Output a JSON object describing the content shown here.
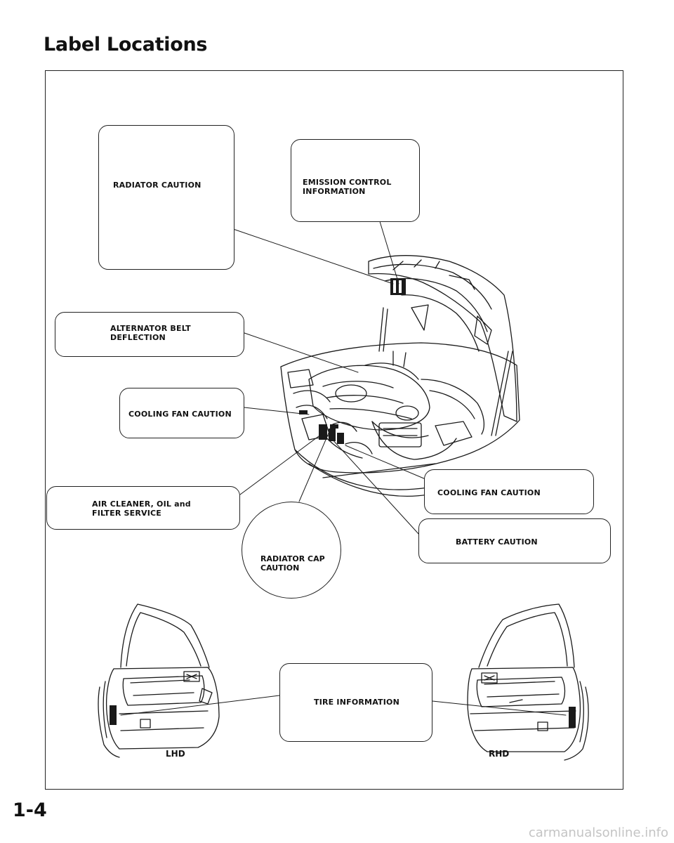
{
  "page": {
    "title": "Label Locations",
    "page_number": "1-4",
    "watermark": "carmanualsonline.info"
  },
  "labels": {
    "radiator_caution": "RADIATOR CAUTION",
    "emission_control_line1": "EMISSION CONTROL",
    "emission_control_line2": "INFORMATION",
    "alternator_belt_line1": "ALTERNATOR BELT",
    "alternator_belt_line2": "DEFLECTION",
    "cooling_fan_caution_left": "COOLING FAN CAUTION",
    "air_cleaner_line1": "AIR CLEANER, OIL and",
    "air_cleaner_line2": "FILTER SERVICE",
    "cooling_fan_caution_right": "COOLING FAN CAUTION",
    "battery_caution": "BATTERY CAUTION",
    "radiator_cap_line1": "RADIATOR CAP",
    "radiator_cap_line2": "CAUTION",
    "tire_information": "TIRE INFORMATION",
    "lhd": "LHD",
    "rhd": "RHD"
  }
}
